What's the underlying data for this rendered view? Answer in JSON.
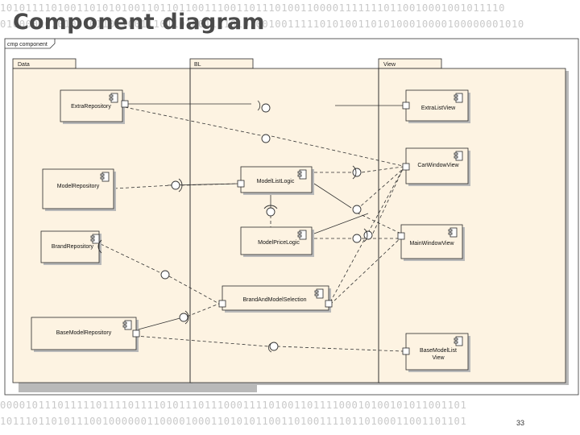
{
  "slide": {
    "title": "Component diagram",
    "page_number": "33"
  },
  "background": {
    "top_lines": [
      "1010111101001101010100110110110011100110111010011000011111110110010001001011110",
      "0100001010100101101100111011010011110101001001111101010011010100010000100000001010"
    ],
    "bottom_lines": [
      "0000101110111110111101111010111011100011110100110111100010100101011001101",
      "1011101101011100100000011000010001101010110011010011110110100011001101101"
    ]
  },
  "diagram": {
    "frame_label": "cmp component",
    "packages": {
      "data": "Data",
      "bl": "BL",
      "view": "View"
    },
    "components": {
      "extra_repository": "ExtraRepository",
      "model_repository": "ModelRepository",
      "brand_repository": "BrandRepository",
      "base_model_repository": "BaseModelRepository",
      "model_list_logic": "ModelListLogic",
      "model_price_logic": "ModelPriceLogic",
      "brand_and_model_selection": "BrandAndModelSelection",
      "extra_list_view": "ExtraListView",
      "car_window_view": "CarWindowView",
      "main_window_view": "MainWindowView",
      "base_model_list_view_line1": "BaseModelList",
      "base_model_list_view_line2": "View"
    },
    "colors": {
      "package_fill": "#fdf3e2",
      "component_fill": "#fdf3e2",
      "stroke": "#2a2a2a",
      "shadow": "#bfbfbf"
    }
  }
}
